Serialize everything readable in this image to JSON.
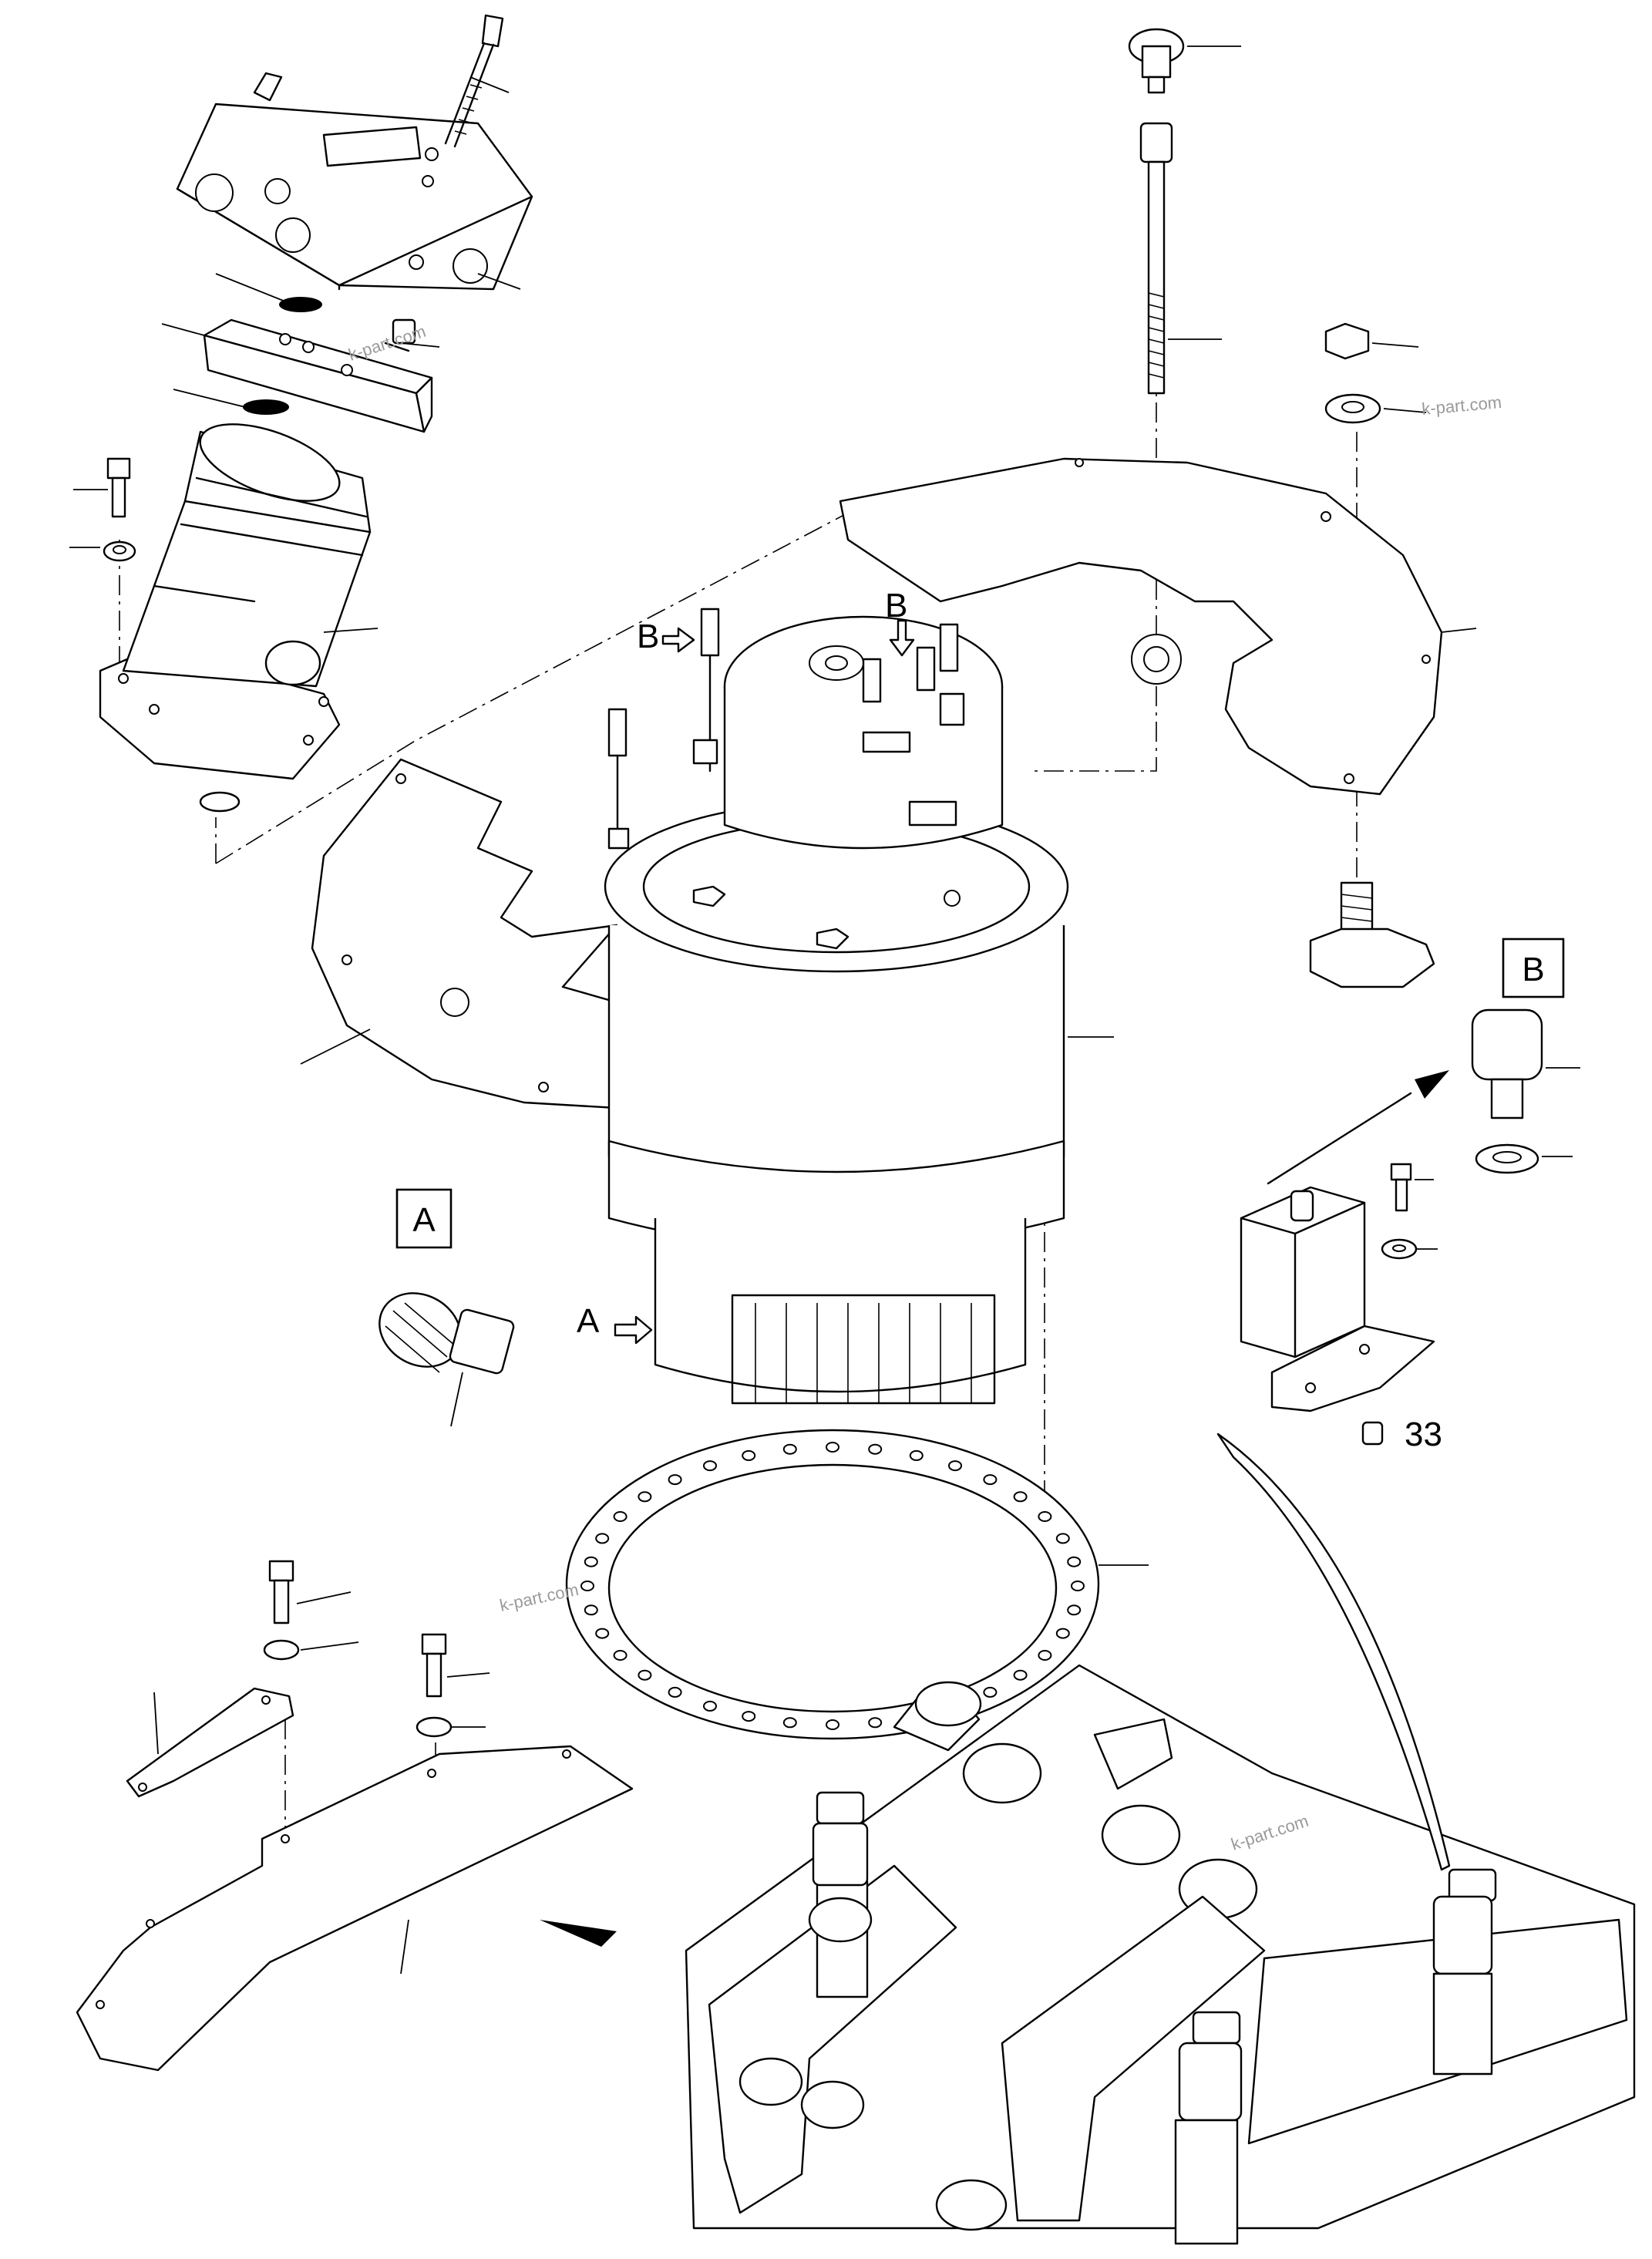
{
  "callouts": {
    "detail_a_box": "A",
    "detail_b_box": "B",
    "arrow_a": "A",
    "arrow_b_left": "B",
    "arrow_b_right": "B",
    "item_33": "33"
  },
  "watermarks": [
    "k-part.com",
    "k-part.com",
    "k-part.com",
    "k-part.com"
  ]
}
